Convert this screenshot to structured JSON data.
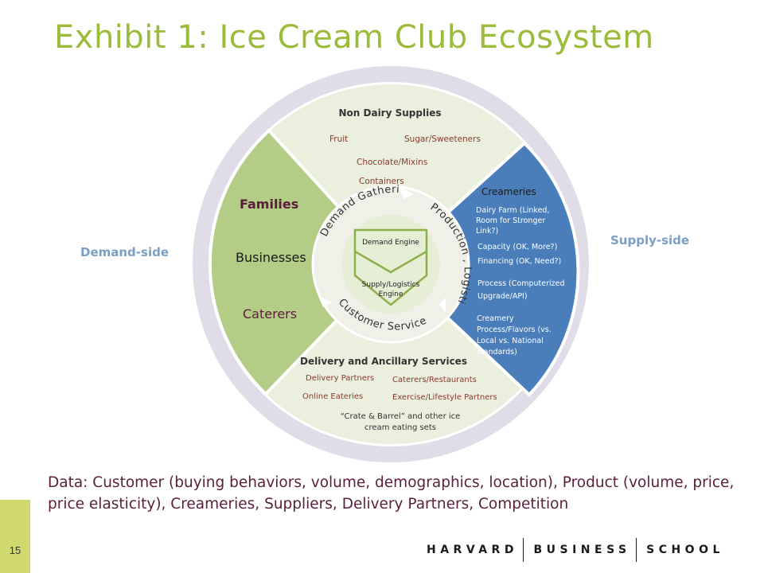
{
  "title": "Exhibit 1: Ice Cream Club Ecosystem",
  "demand_side": "Demand-side",
  "supply_side": "Supply-side",
  "non_dairy": {
    "heading": "Non Dairy Supplies",
    "items": [
      "Fruit",
      "Sugar/Sweeteners",
      "Chocolate/Mixins",
      "Containers"
    ]
  },
  "demand_segment": {
    "families": "Families",
    "businesses": "Businesses",
    "caterers": "Caterers"
  },
  "creameries": {
    "heading": "Creameries",
    "dairy_line1": "Dairy Farm (Linked,",
    "dairy_line2": "Room for Stronger",
    "dairy_line3": "Link?)",
    "capacity": "Capacity (OK, More?)",
    "financing": "Financing (OK, Need?)",
    "process_line1": "Process (Computerized",
    "process_line2": "Upgrade/API)",
    "cp_line1": "Creamery",
    "cp_line2": "Process/Flavors (vs.",
    "cp_line3": "Local vs. National",
    "cp_line4": "standards)"
  },
  "delivery": {
    "heading": "Delivery and Ancillary Services",
    "delivery_partners": "Delivery Partners",
    "caterers_restaurants": "Caterers/Restaurants",
    "online_eateries": "Online Eateries",
    "exercise": "Exercise/Lifestyle Partners",
    "crate_line1": "“Crate & Barrel” and other ice",
    "crate_line2": "cream eating sets"
  },
  "ring": {
    "demand_gathering": "Demand Gathering",
    "production_logistics": "Production , Logistics",
    "customer_service": "Customer Service"
  },
  "core": {
    "demand_engine": "Demand Engine",
    "supply_line1": "Supply/Logistics",
    "supply_line2": "Engine"
  },
  "footnote": "Data: Customer (buying behaviors, volume, demographics, location), Product (volume, price, price elasticity), Creameries, Suppliers, Delivery Partners, Competition",
  "page_number": "15",
  "brand": {
    "word1": "HARVARD",
    "word2": "BUSINESS",
    "word3": "SCHOOL"
  },
  "colors": {
    "title": "#9bbb3b",
    "outer_ring": "#e0dce8",
    "supplies_fill": "#ebefdd",
    "families_fill": "#b3cc86",
    "creameries_fill": "#4a7ebb",
    "dark_text": "#5b1e3a"
  }
}
